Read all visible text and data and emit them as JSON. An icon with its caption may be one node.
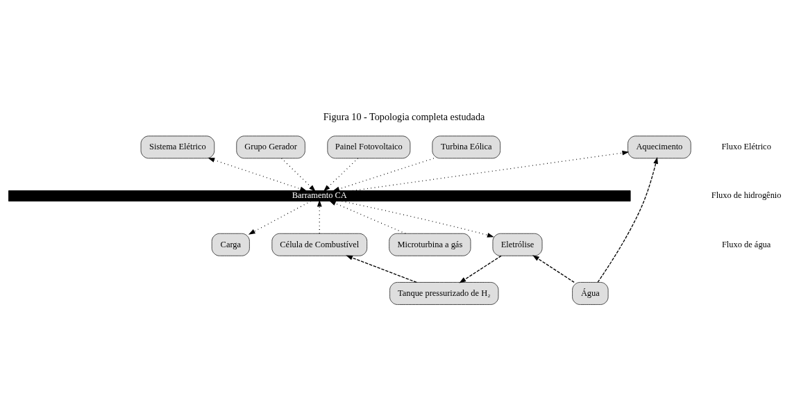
{
  "diagram": {
    "title": "Figura 10 - Topologia completa estudada",
    "nodes": [
      {
        "text": [
          "Sistema Elétrico"
        ]
      },
      {
        "text": [
          "Grupo Gerador"
        ]
      },
      {
        "text": [
          "Painel Fotovoltaico"
        ]
      },
      {
        "text": [
          "Turbina Eólica"
        ]
      },
      {
        "text": [
          "Aquecimento"
        ]
      },
      {
        "text": [
          "Barramento CA"
        ]
      },
      {
        "text": [
          "Eletrólise"
        ]
      },
      {
        "text": [
          "Célula de Combustível"
        ]
      },
      {
        "text": [
          "Carga"
        ]
      },
      {
        "text": [
          "Microturbina a gás"
        ]
      },
      {
        "text": [
          "Tanque pressurizado de H₂"
        ]
      },
      {
        "text": [
          "Água"
        ]
      }
    ],
    "edges": [
      {
        "from": 0,
        "to": 5,
        "arrow": "both"
      },
      {
        "from": 1,
        "to": 5,
        "arrow": "to"
      },
      {
        "from": 2,
        "to": 5,
        "arrow": "to"
      },
      {
        "from": 3,
        "to": 5,
        "arrow": "to"
      },
      {
        "from": 5,
        "to": 4,
        "arrow": "to"
      },
      {
        "from": 5,
        "to": 8,
        "arrow": "to"
      },
      {
        "from": 9,
        "to": 5,
        "arrow": "to"
      },
      {
        "from": 5,
        "to": 6,
        "arrow": "to"
      },
      {
        "from": 7,
        "to": 5,
        "arrow": "to"
      },
      {
        "from": 6,
        "to": 10,
        "arrow": "to",
        "style": "dashed"
      },
      {
        "from": 10,
        "to": 7,
        "arrow": "to",
        "style": "dashed"
      },
      {
        "from": 11,
        "to": 6,
        "arrow": "to",
        "style": "dashed"
      },
      {
        "from": 11,
        "to": 4,
        "arrow": "to",
        "style": "dashed"
      }
    ],
    "legend": [
      {
        "text": "Fluxo Elétrico"
      },
      {
        "text": "Fluxo de hidrogênio"
      },
      {
        "text": "Fluxo de água"
      }
    ]
  }
}
